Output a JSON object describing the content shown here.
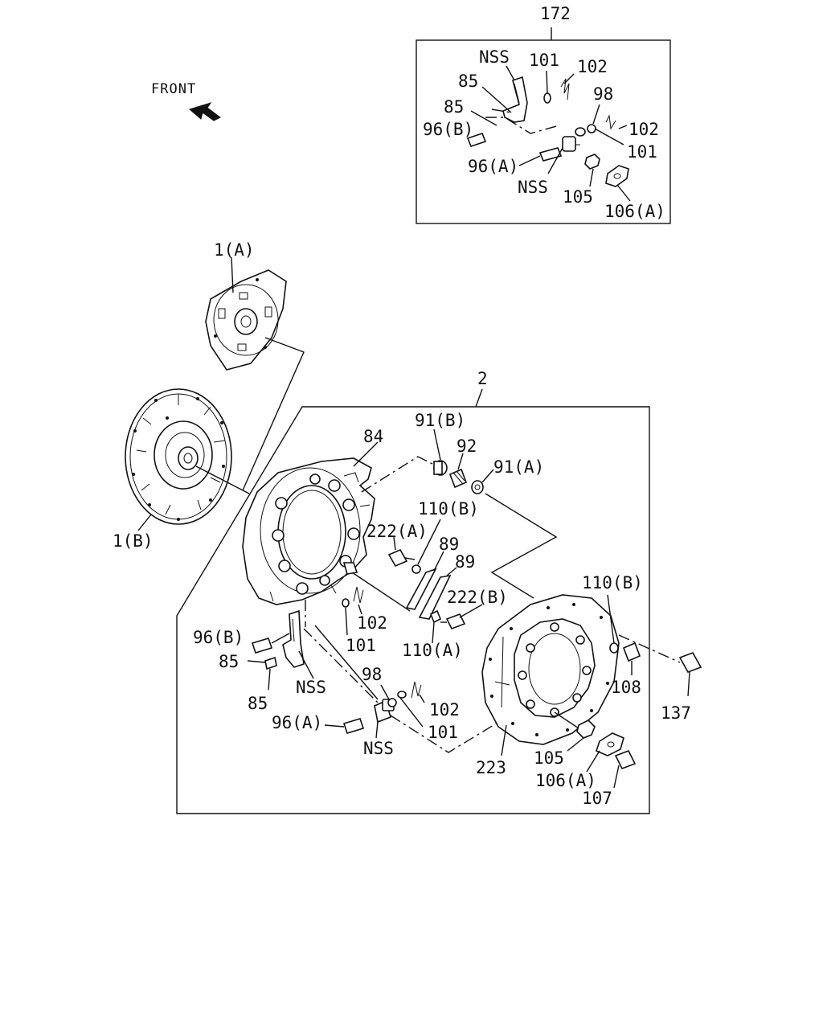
{
  "front": {
    "text": "FRONT"
  },
  "labels": {
    "l172": "172",
    "nss_a": "NSS",
    "l101_a": "101",
    "l102_a": "102",
    "l85_a": "85",
    "l98_a": "98",
    "l85_b": "85",
    "l96b_a": "96(B)",
    "l102_b": "102",
    "l101_b": "101",
    "l96a_a": "96(A)",
    "nss_b": "NSS",
    "l105_a": "105",
    "l106a_a": "106(A)",
    "l1a": "1(A)",
    "l1b": "1(B)",
    "l2": "2",
    "l91b": "91(B)",
    "l84": "84",
    "l92": "92",
    "l91a": "91(A)",
    "l110b_a": "110(B)",
    "l222a": "222(A)",
    "l89_a": "89",
    "l89_b": "89",
    "l222b": "222(B)",
    "l110b_b": "110(B)",
    "l102_c": "102",
    "l101_c": "101",
    "l110a": "110(A)",
    "l96b_b": "96(B)",
    "l85_c": "85",
    "nss_c": "NSS",
    "l85_d": "85",
    "l98_b": "98",
    "l102_d": "102",
    "l96a_b": "96(A)",
    "l101_d": "101",
    "nss_d": "NSS",
    "l223": "223",
    "l105_b": "105",
    "l106a_b": "106(A)",
    "l107": "107",
    "l108": "108",
    "l137": "137"
  }
}
